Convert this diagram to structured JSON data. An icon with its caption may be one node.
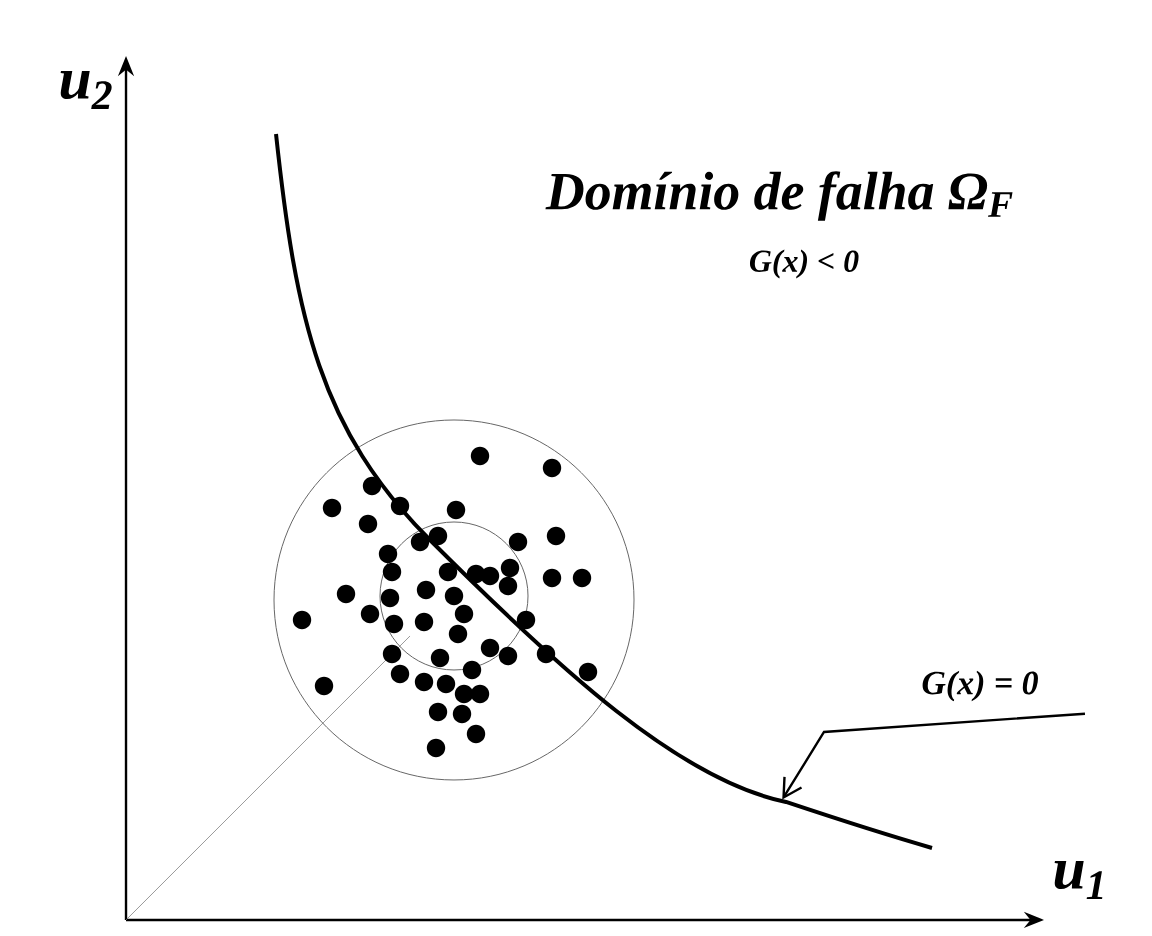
{
  "diagram": {
    "nodes": [
      {
        "text": [
          "G(x) = 0"
        ]
      },
      {
        "text": [],
        "shape": "curve"
      }
    ],
    "edges": [
      {
        "from": 0,
        "to": 1,
        "arrow": "to"
      }
    ],
    "labels": [
      "u$_{2}$",
      "Domínio de falha Ω$_{F}$",
      "G(x) < 0",
      "u$_{1}$"
    ]
  }
}
